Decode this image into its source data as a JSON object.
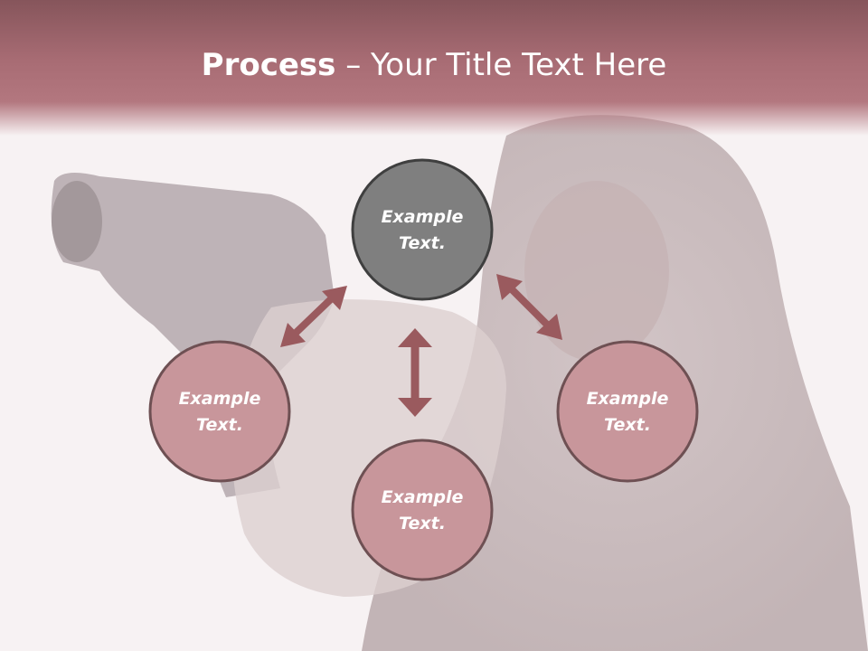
{
  "slide": {
    "title_bold": "Process",
    "title_separator": " – ",
    "title_rest": "Your Title Text Here"
  },
  "nodes": [
    {
      "id": "top",
      "line1": "Example",
      "line2": "Text."
    },
    {
      "id": "left",
      "line1": "Example",
      "line2": "Text."
    },
    {
      "id": "bottom",
      "line1": "Example",
      "line2": "Text."
    },
    {
      "id": "right",
      "line1": "Example",
      "line2": "Text."
    }
  ],
  "colors": {
    "header": "#a86c74",
    "node_primary": "#7f7f7f",
    "node_secondary": "#c8969b",
    "node_border": "#5a4a4c",
    "arrow": "#9a5a5e"
  }
}
